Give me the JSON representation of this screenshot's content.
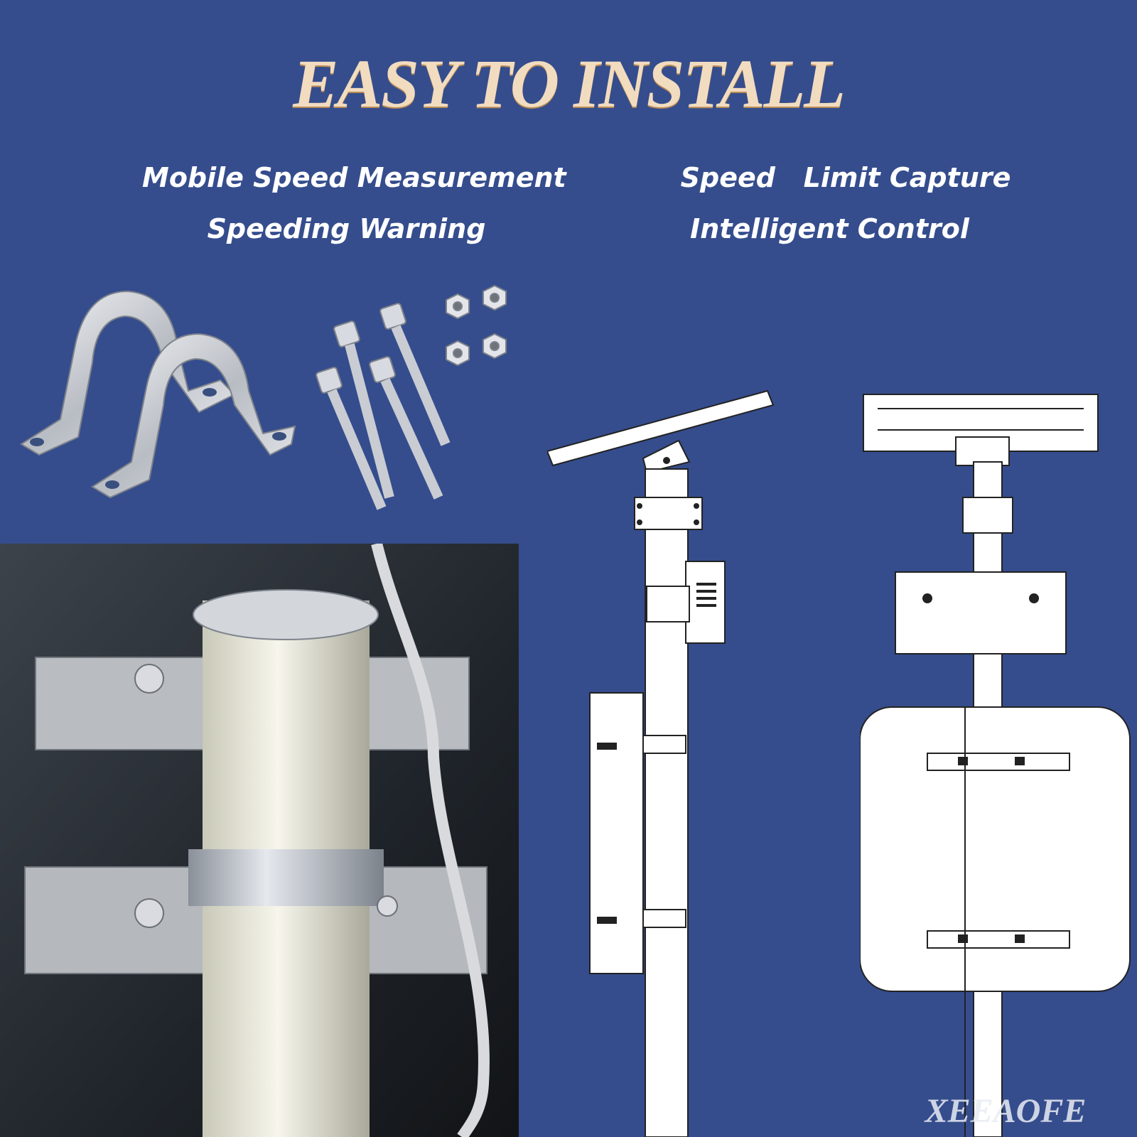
{
  "header": {
    "title": "EASY TO INSTALL"
  },
  "features": {
    "left_1": "Mobile Speed Measurement",
    "left_2": "Speeding Warning",
    "right_1": "Speed   Limit Capture",
    "right_2": "Intelligent Control"
  },
  "brand": {
    "watermark": "XEEAOFE"
  },
  "colors": {
    "background": "#354d8d",
    "title": "#f2dcc0",
    "text": "#ffffff"
  }
}
